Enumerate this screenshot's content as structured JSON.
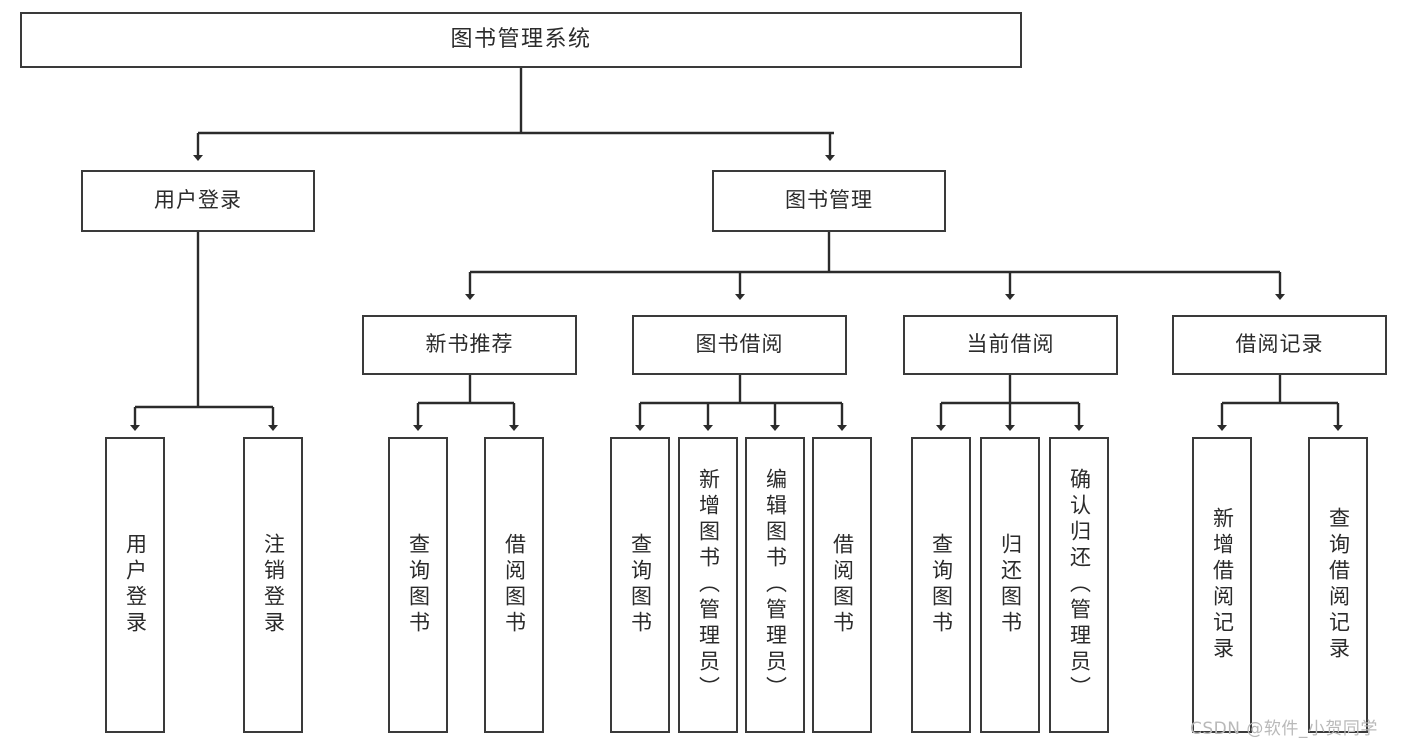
{
  "diagram": {
    "title": "图书管理系统",
    "type": "tree-hierarchy-chart",
    "orientation": "top-down",
    "colors": {
      "box_border": "#3a3a3a",
      "box_fill": "#ffffff",
      "edge": "#2b2b2b",
      "text": "#2b2b2b",
      "watermark": "#b9b9b9",
      "background": "#ffffff"
    }
  },
  "nodes": {
    "root": {
      "label": "图书管理系统"
    },
    "level2": [
      {
        "label": "用户登录"
      },
      {
        "label": "图书管理"
      }
    ],
    "level3": [
      {
        "label": "新书推荐"
      },
      {
        "label": "图书借阅"
      },
      {
        "label": "当前借阅"
      },
      {
        "label": "借阅记录"
      }
    ],
    "leaves": {
      "user_login": [
        {
          "label": "用户登录"
        },
        {
          "label": "注销登录"
        }
      ],
      "new_book_recommend": [
        {
          "label": "查询图书"
        },
        {
          "label": "借阅图书"
        }
      ],
      "book_borrow": [
        {
          "label": "查询图书"
        },
        {
          "label": "新增图书（管理员）"
        },
        {
          "label": "编辑图书（管理员）"
        },
        {
          "label": "借阅图书"
        }
      ],
      "current_borrow": [
        {
          "label": "查询图书"
        },
        {
          "label": "归还图书"
        },
        {
          "label": "确认归还（管理员）"
        }
      ],
      "borrow_record": [
        {
          "label": "新增借阅记录"
        },
        {
          "label": "查询借阅记录"
        }
      ]
    }
  },
  "watermark": {
    "text": "CSDN @软件_小贺同学"
  }
}
